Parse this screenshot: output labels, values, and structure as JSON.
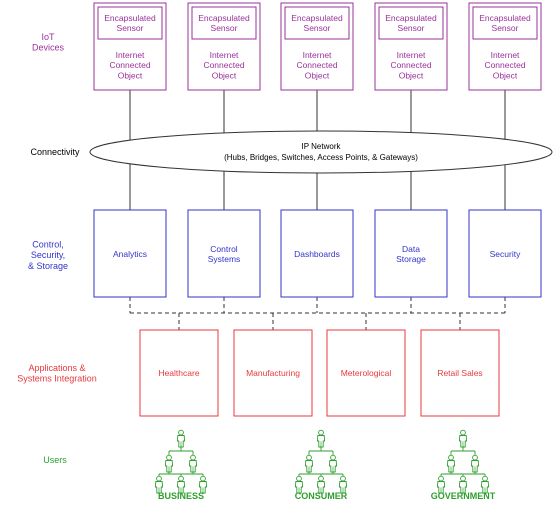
{
  "rows": {
    "iot_devices": "IoT\nDevices",
    "connectivity": "Connectivity",
    "control": "Control,\nSecurity,\n& Storage",
    "applications": "Applications &\nSystems Integration",
    "users": "Users"
  },
  "devices": [
    {
      "sensor": "Encapsulated\nSensor",
      "object": "Internet\nConnected\nObject"
    },
    {
      "sensor": "Encapsulated\nSensor",
      "object": "Internet\nConnected\nObject"
    },
    {
      "sensor": "Encapsulated\nSensor",
      "object": "Internet\nConnected\nObject"
    },
    {
      "sensor": "Encapsulated\nSensor",
      "object": "Internet\nConnected\nObject"
    },
    {
      "sensor": "Encapsulated\nSensor",
      "object": "Internet\nConnected\nObject"
    }
  ],
  "network": {
    "title": "IP Network",
    "subtitle": "(Hubs, Bridges, Switches, Access Points, & Gateways)"
  },
  "control_boxes": [
    {
      "label": "Analytics"
    },
    {
      "label": "Control\nSystems"
    },
    {
      "label": "Dashboards"
    },
    {
      "label": "Data\nStorage"
    },
    {
      "label": "Security"
    }
  ],
  "applications": [
    {
      "label": "Healthcare"
    },
    {
      "label": "Manufacturing"
    },
    {
      "label": "Meterological"
    },
    {
      "label": "Retail Sales"
    }
  ],
  "user_groups": [
    {
      "label": "BUSINESS"
    },
    {
      "label": "CONSUMER"
    },
    {
      "label": "GOVERNMENT"
    }
  ],
  "colors": {
    "devices": "#993399",
    "control": "#3333cc",
    "applications": "#e8383d",
    "users": "#2e9e2e",
    "lines": "#333333",
    "text": "#000000"
  }
}
